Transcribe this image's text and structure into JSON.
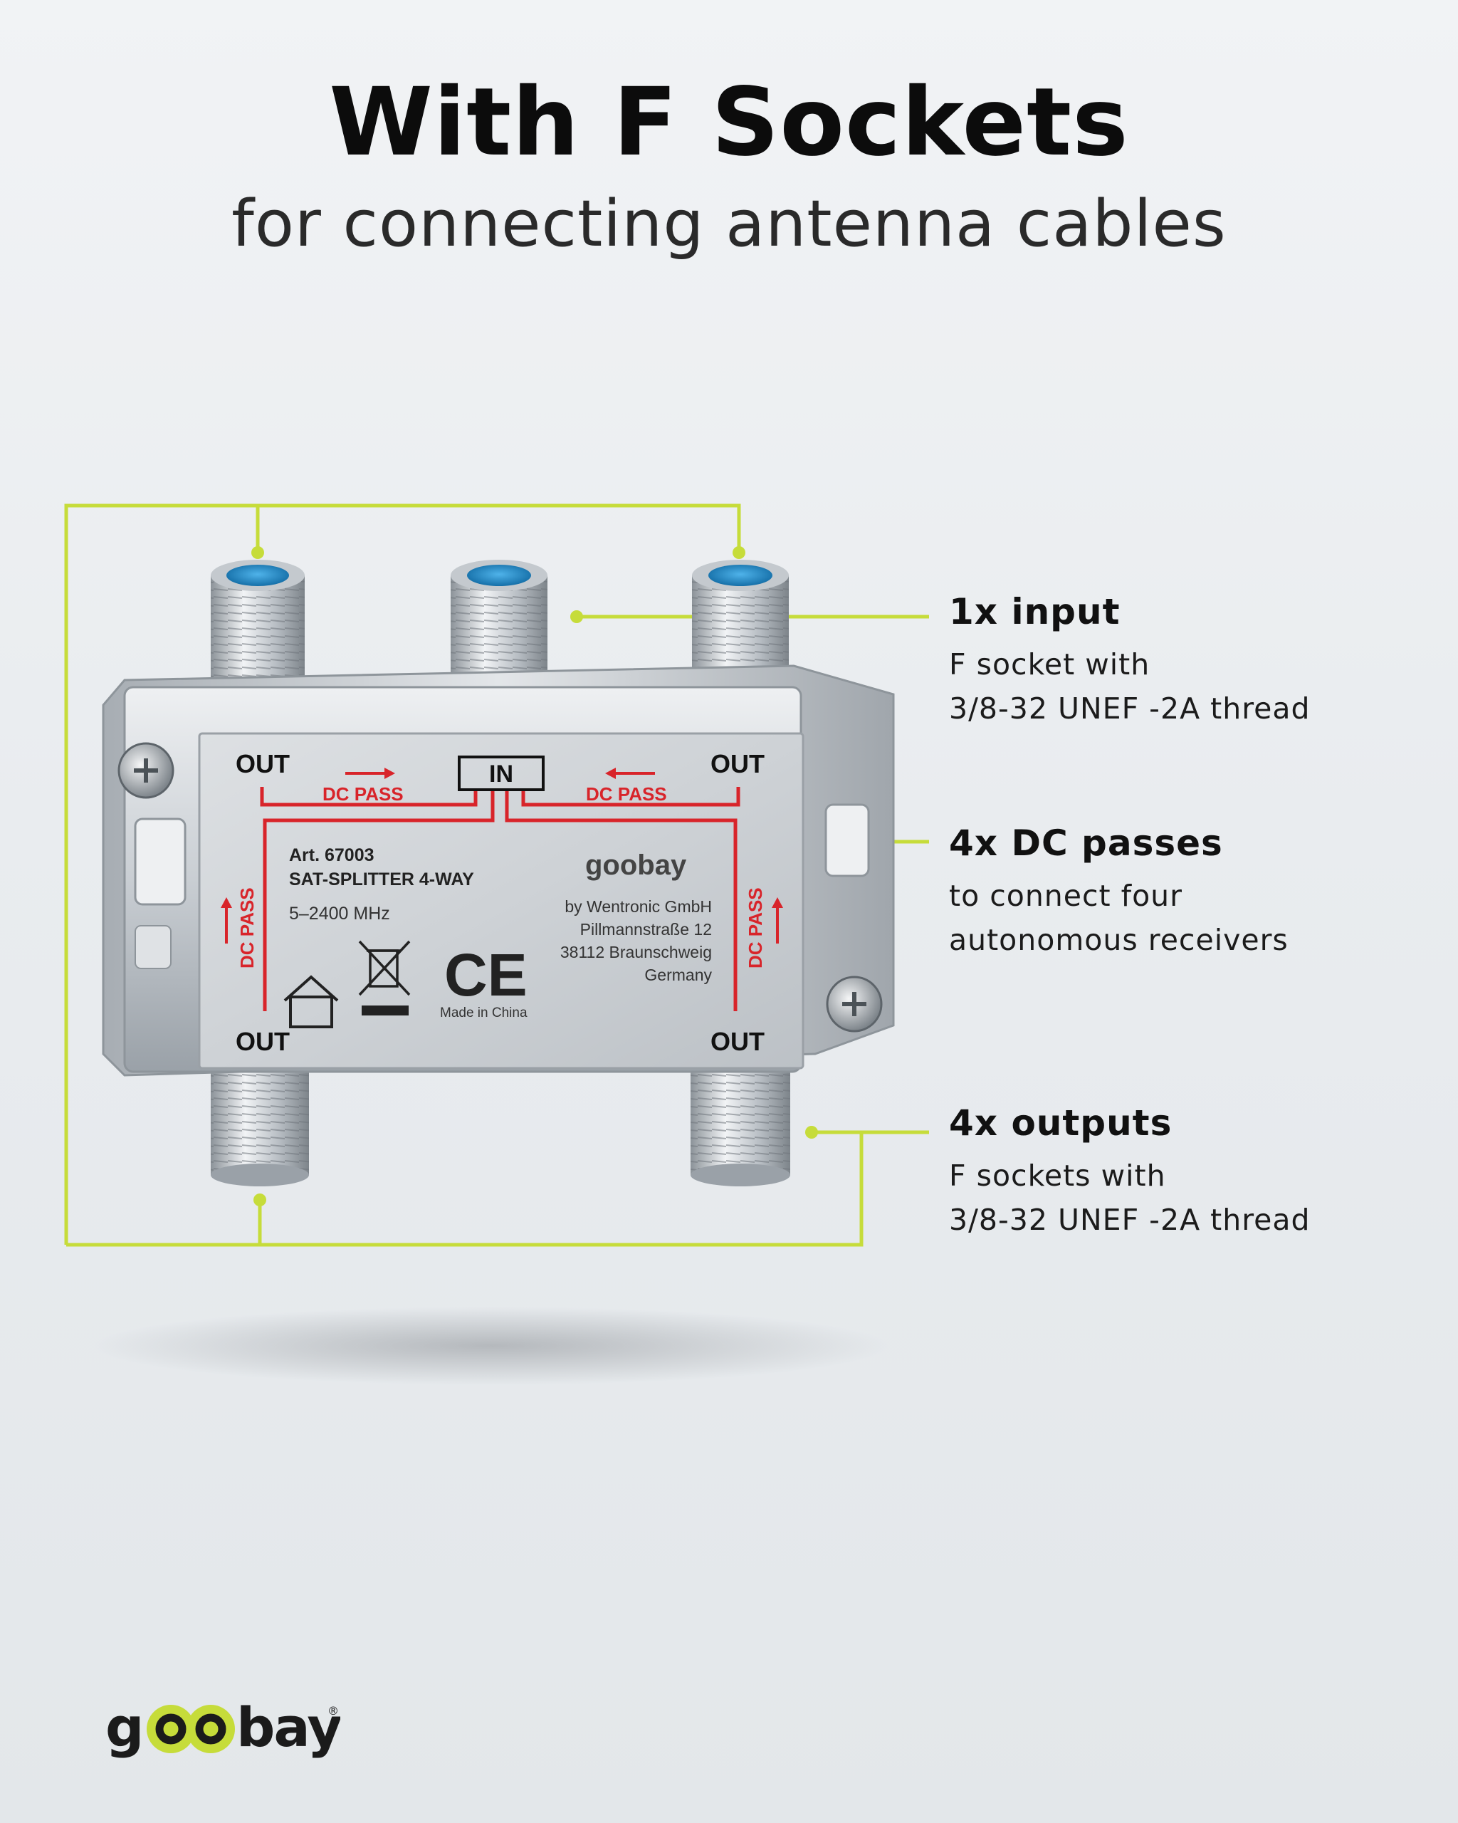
{
  "headline": "With F Sockets",
  "subheadline": "for connecting antenna cables",
  "callouts": [
    {
      "title": "1x input",
      "lines": [
        "F socket with",
        "3/8-32 UNEF -2A thread"
      ]
    },
    {
      "title": "4x DC passes",
      "lines": [
        "to connect four",
        "autonomous receivers"
      ]
    },
    {
      "title": "4x outputs",
      "lines": [
        "F sockets with",
        "3/8-32 UNEF -2A thread"
      ]
    }
  ],
  "product_label": {
    "out_tl": "OUT",
    "out_tr": "OUT",
    "out_bl": "OUT",
    "out_br": "OUT",
    "in": "IN",
    "dc_pass_top_left": "DC PASS",
    "dc_pass_top_right": "DC PASS",
    "dc_pass_left": "DC PASS",
    "dc_pass_right": "DC PASS",
    "art": "Art. 67003",
    "model": "SAT-SPLITTER 4-WAY",
    "freq": "5–2400 MHz",
    "brand": "goobay",
    "maker_lines": [
      "by Wentronic GmbH",
      "Pillmannstraße 12",
      "38112 Braunschweig",
      "Germany"
    ],
    "ce": "CE",
    "made_in": "Made in China"
  },
  "footer_brand": "goobay",
  "colors": {
    "accent": "#c6dc3a",
    "label_red": "#d8242a",
    "socket_blue": "#1f8fd0",
    "text": "#111111"
  }
}
